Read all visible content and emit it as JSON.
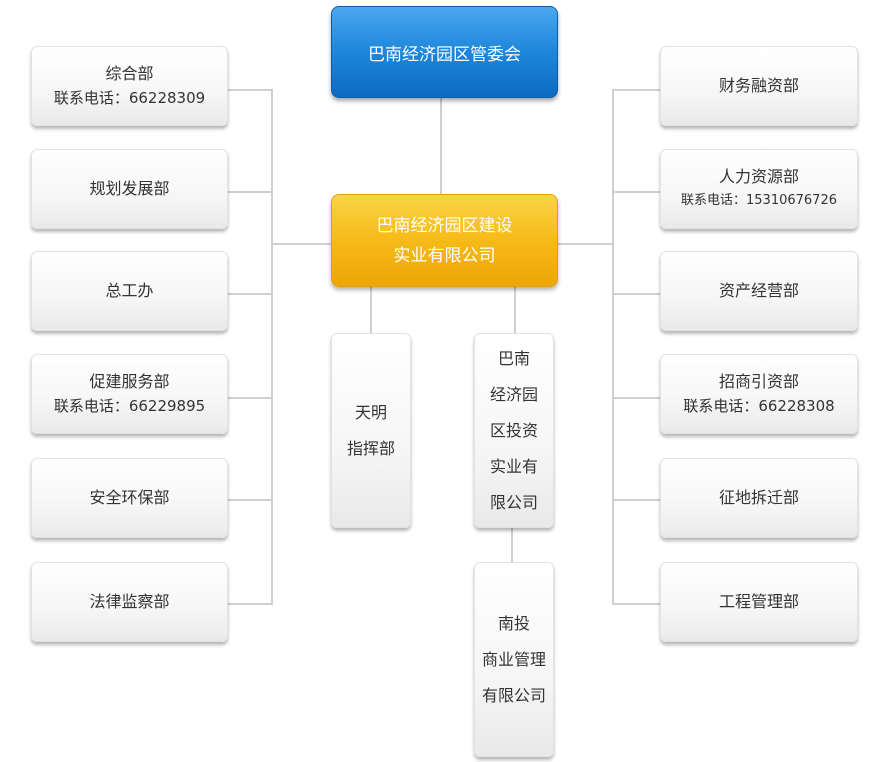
{
  "top": {
    "name": "巴南经济园区管委会"
  },
  "company": {
    "line1": "巴南经济园区建设",
    "line2": "实业有限公司"
  },
  "left": [
    {
      "name": "综合部",
      "phone": "联系电话：66228309"
    },
    {
      "name": "规划发展部"
    },
    {
      "name": "总工办"
    },
    {
      "name": "促建服务部",
      "phone": "联系电话：66229895"
    },
    {
      "name": "安全环保部"
    },
    {
      "name": "法律监察部"
    }
  ],
  "right": [
    {
      "name": "财务融资部"
    },
    {
      "name": "人力资源部",
      "phone": "联系电话：15310676726"
    },
    {
      "name": "资产经营部"
    },
    {
      "name": "招商引资部",
      "phone": "联系电话：66228308"
    },
    {
      "name": "征地拆迁部"
    },
    {
      "name": "工程管理部"
    }
  ],
  "center": {
    "tianming": {
      "lines": [
        "天明",
        "指挥部"
      ]
    },
    "invest": {
      "lines": [
        "巴南",
        "经济园",
        "区投资",
        "实业有",
        "限公司"
      ]
    },
    "commerce": {
      "lines": [
        "南投",
        "商业管理",
        "有限公司"
      ]
    }
  }
}
